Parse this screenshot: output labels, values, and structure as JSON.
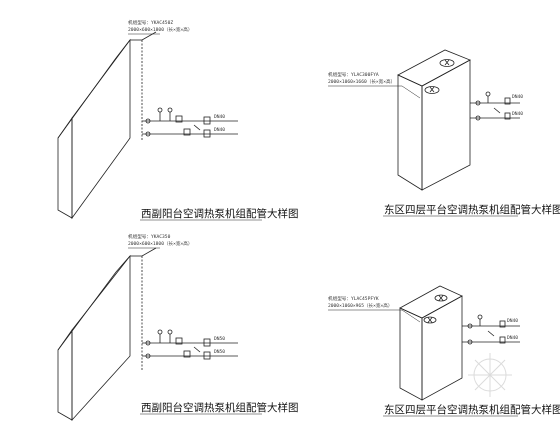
{
  "panels": [
    {
      "title": "西副阳台空调热泵机组配管大样图",
      "model_line1": "机组型号：YKAC450Z",
      "model_line2": "2000×600×1800（长×宽×高）",
      "pipe_top": "DN40",
      "pipe_bottom": "DN40"
    },
    {
      "title": "东区四层平台空调热泵机组配管大样图",
      "model_line1": "机组型号：YLAC300FYA",
      "model_line2": "2000×1060×1660（长×宽×高）",
      "pipe_top": "DN40",
      "pipe_bottom": "DN40"
    },
    {
      "title": "西副阳台空调热泵机组配管大样图",
      "model_line1": "机组型号：YKAC350",
      "model_line2": "2000×600×1800（长×宽×高）",
      "pipe_top": "DN50",
      "pipe_bottom": "DN50"
    },
    {
      "title": "东区四层平台空调热泵机组配管大样图",
      "model_line1": "机组型号：YLAC45PFYK",
      "model_line2": "2000×1060×965（长×宽×高）",
      "pipe_top": "DN40",
      "pipe_bottom": "DN40"
    }
  ],
  "colors": {
    "line": "#222222",
    "text": "#111111"
  }
}
